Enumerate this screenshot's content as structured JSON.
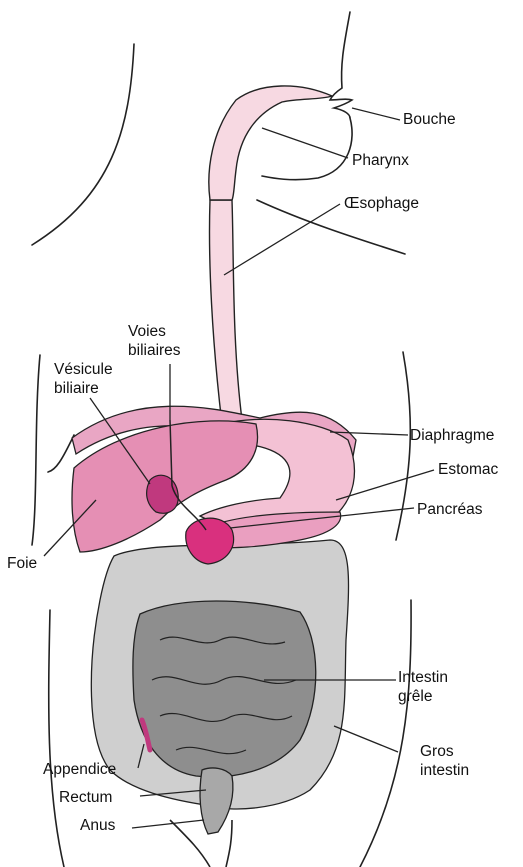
{
  "colors": {
    "outline": "#222222",
    "liver": "#e58fb4",
    "liver_dark": "#cf6a9a",
    "stomach": "#f3c1d4",
    "esophagus": "#f7d9e2",
    "pancreas": "#ea9fc0",
    "gallbladder": "#c0397e",
    "duodenum": "#d9307e",
    "large_intestine": "#cfcfcf",
    "small_intestine": "#8e8e8e",
    "rectum": "#a8a8a8"
  },
  "labels": {
    "bouche": "Bouche",
    "pharynx": "Pharynx",
    "oesophage": "Œsophage",
    "voies_biliaires": [
      "Voies",
      "biliaires"
    ],
    "vesicule_biliaire": [
      "Vésicule",
      "biliaire"
    ],
    "diaphragme": "Diaphragme",
    "estomac": "Estomac",
    "pancreas": "Pancréas",
    "foie": "Foie",
    "intestin_grele": [
      "Intestin",
      "grêle"
    ],
    "appendice": "Appendice",
    "gros_intestin": [
      "Gros",
      "intestin"
    ],
    "rectum": "Rectum",
    "anus": "Anus"
  }
}
